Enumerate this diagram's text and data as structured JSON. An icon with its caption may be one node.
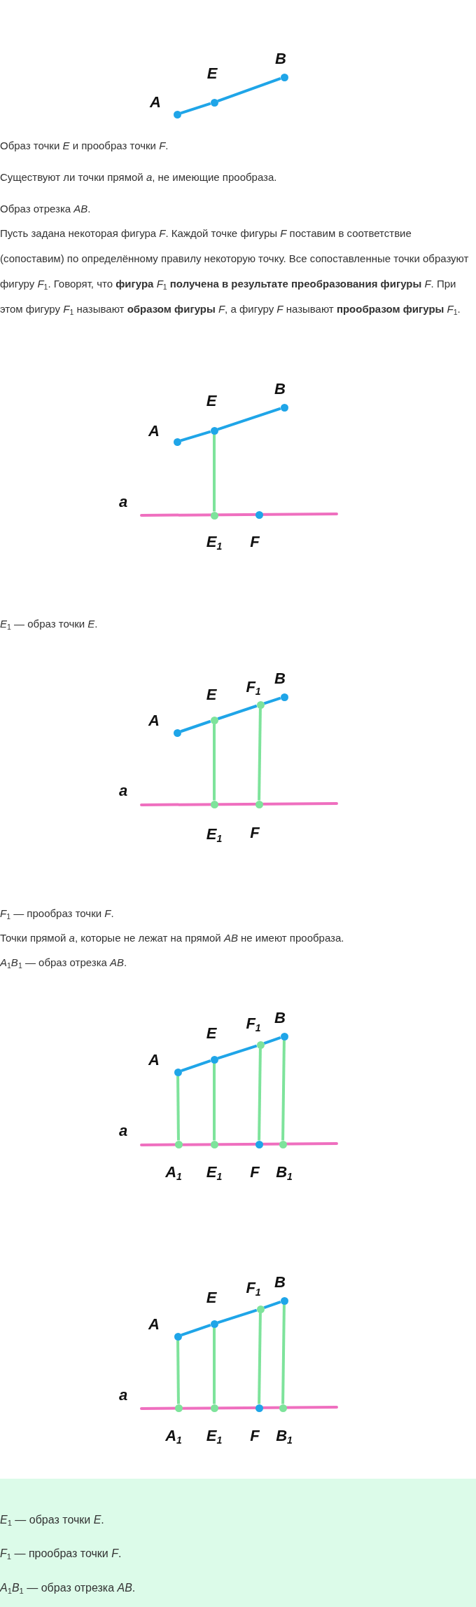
{
  "diagram": {
    "nodes": [
      {
        "text": [],
        "shape": "circle",
        "beside": [
          "A"
        ]
      },
      {
        "text": [],
        "shape": "circle",
        "beside": [
          "E"
        ]
      },
      {
        "text": [],
        "shape": "circle",
        "beside": [
          "B"
        ]
      },
      {
        "text": [],
        "shape": "circle",
        "beside": [
          "A"
        ]
      },
      {
        "text": [],
        "shape": "circle",
        "beside": [
          "E"
        ]
      },
      {
        "text": [],
        "shape": "circle",
        "beside": [
          "B"
        ]
      },
      {
        "text": [],
        "shape": "circle",
        "beside": [
          "E$_{1}$"
        ]
      },
      {
        "text": [],
        "shape": "circle",
        "beside": [
          "F"
        ]
      },
      {
        "text": [],
        "shape": "circle",
        "beside": [
          "A"
        ]
      },
      {
        "text": [],
        "shape": "circle",
        "beside": [
          "E"
        ]
      },
      {
        "text": [],
        "shape": "circle",
        "beside": [
          "F$_{1}$"
        ]
      },
      {
        "text": [],
        "shape": "circle",
        "beside": [
          "B"
        ]
      },
      {
        "text": [],
        "shape": "circle",
        "beside": [
          "E$_{1}$"
        ]
      },
      {
        "text": [],
        "shape": "circle",
        "beside": [
          "F"
        ]
      },
      {
        "text": [],
        "shape": "circle",
        "beside": [
          "A"
        ]
      },
      {
        "text": [],
        "shape": "circle",
        "beside": [
          "E"
        ]
      },
      {
        "text": [],
        "shape": "circle",
        "beside": [
          "F$_{1}$"
        ]
      },
      {
        "text": [],
        "shape": "circle",
        "beside": [
          "B"
        ]
      },
      {
        "text": [],
        "shape": "circle",
        "beside": [
          "A$_{1}$"
        ]
      },
      {
        "text": [],
        "shape": "circle",
        "beside": [
          "E$_{1}$"
        ]
      },
      {
        "text": [],
        "shape": "circle",
        "beside": [
          "F"
        ]
      },
      {
        "text": [],
        "shape": "circle",
        "beside": [
          "B$_{1}$"
        ]
      },
      {
        "text": [],
        "shape": "circle",
        "beside": [
          "A"
        ]
      },
      {
        "text": [],
        "shape": "circle",
        "beside": [
          "E"
        ]
      },
      {
        "text": [],
        "shape": "circle",
        "beside": [
          "F$_{1}$"
        ]
      },
      {
        "text": [],
        "shape": "circle",
        "beside": [
          "B"
        ]
      },
      {
        "text": [],
        "shape": "circle",
        "beside": [
          "A$_{1}$"
        ]
      },
      {
        "text": [],
        "shape": "circle",
        "beside": [
          "E$_{1}$"
        ]
      },
      {
        "text": [],
        "shape": "circle",
        "beside": [
          "F"
        ]
      },
      {
        "text": [],
        "shape": "circle",
        "beside": [
          "B$_{1}$"
        ]
      }
    ],
    "edges": [
      {
        "from": 0,
        "to": 1,
        "arrow": "none"
      },
      {
        "from": 1,
        "to": 2,
        "arrow": "none"
      },
      {
        "from": 3,
        "to": 4,
        "arrow": "none"
      },
      {
        "from": 4,
        "to": 5,
        "arrow": "none"
      },
      {
        "from": 4,
        "to": 6,
        "arrow": "none",
        "color": "#7ee39b"
      },
      {
        "from": 8,
        "to": 9,
        "arrow": "none"
      },
      {
        "from": 9,
        "to": 10,
        "arrow": "none"
      },
      {
        "from": 10,
        "to": 11,
        "arrow": "none"
      },
      {
        "from": 9,
        "to": 12,
        "arrow": "none",
        "color": "#7ee39b"
      },
      {
        "from": 10,
        "to": 13,
        "arrow": "none",
        "color": "#7ee39b"
      },
      {
        "from": 14,
        "to": 15,
        "arrow": "none"
      },
      {
        "from": 15,
        "to": 16,
        "arrow": "none"
      },
      {
        "from": 16,
        "to": 17,
        "arrow": "none"
      },
      {
        "from": 14,
        "to": 18,
        "arrow": "none",
        "color": "#7ee39b"
      },
      {
        "from": 15,
        "to": 19,
        "arrow": "none",
        "color": "#7ee39b"
      },
      {
        "from": 16,
        "to": 20,
        "arrow": "none",
        "color": "#7ee39b"
      },
      {
        "from": 17,
        "to": 21,
        "arrow": "none",
        "color": "#7ee39b"
      },
      {
        "from": 22,
        "to": 23,
        "arrow": "none"
      },
      {
        "from": 23,
        "to": 24,
        "arrow": "none"
      },
      {
        "from": 24,
        "to": 25,
        "arrow": "none"
      },
      {
        "from": 22,
        "to": 26,
        "arrow": "none",
        "color": "#7ee39b"
      },
      {
        "from": 23,
        "to": 27,
        "arrow": "none",
        "color": "#7ee39b"
      },
      {
        "from": 24,
        "to": 28,
        "arrow": "none",
        "color": "#7ee39b"
      },
      {
        "from": 25,
        "to": 29,
        "arrow": "none",
        "color": "#7ee39b"
      }
    ],
    "labels": [
      "Образ точки *E* и прообраз точки *F*.",
      "Существуют ли точки прямой *a*, не имеющие прообраза.",
      "Образ отрезка *AB*.",
      "Пусть задана некоторая фигура *F*. Каждой точке фигуры *F* поставим в соответствие (сопоставим) по определённому правилу некоторую точку. Все сопоставленные точки образуют фигуру *F*$_{1}$. Говорят, что **фигура** *F*$_{1}$ **получена в результате преобразования фигуры** *F*. При этом фигуру *F*$_{1}$ называют **образом фигуры** *F*, а фигуру *F* называют **прообразом фигуры** *F*$_{1}$.",
      "a",
      "*E*$_{1}$ — образ точки *E*.",
      "a",
      "*F*$_{1}$ — прообраз точки *F*.",
      "Точки прямой *a*, которые не лежат на прямой *AB* не имеют прообраза.",
      "*A*$_{1}$*B*$_{1}$ — образ отрезка *AB*.",
      "a",
      "a",
      "*E*$_{1}$ — образ точки *E*.",
      "*F*$_{1}$ — прообраз точки *F*.",
      "*A*$_{1}$*B*$_{1}$ — образ отрезка *AB*."
    ]
  }
}
